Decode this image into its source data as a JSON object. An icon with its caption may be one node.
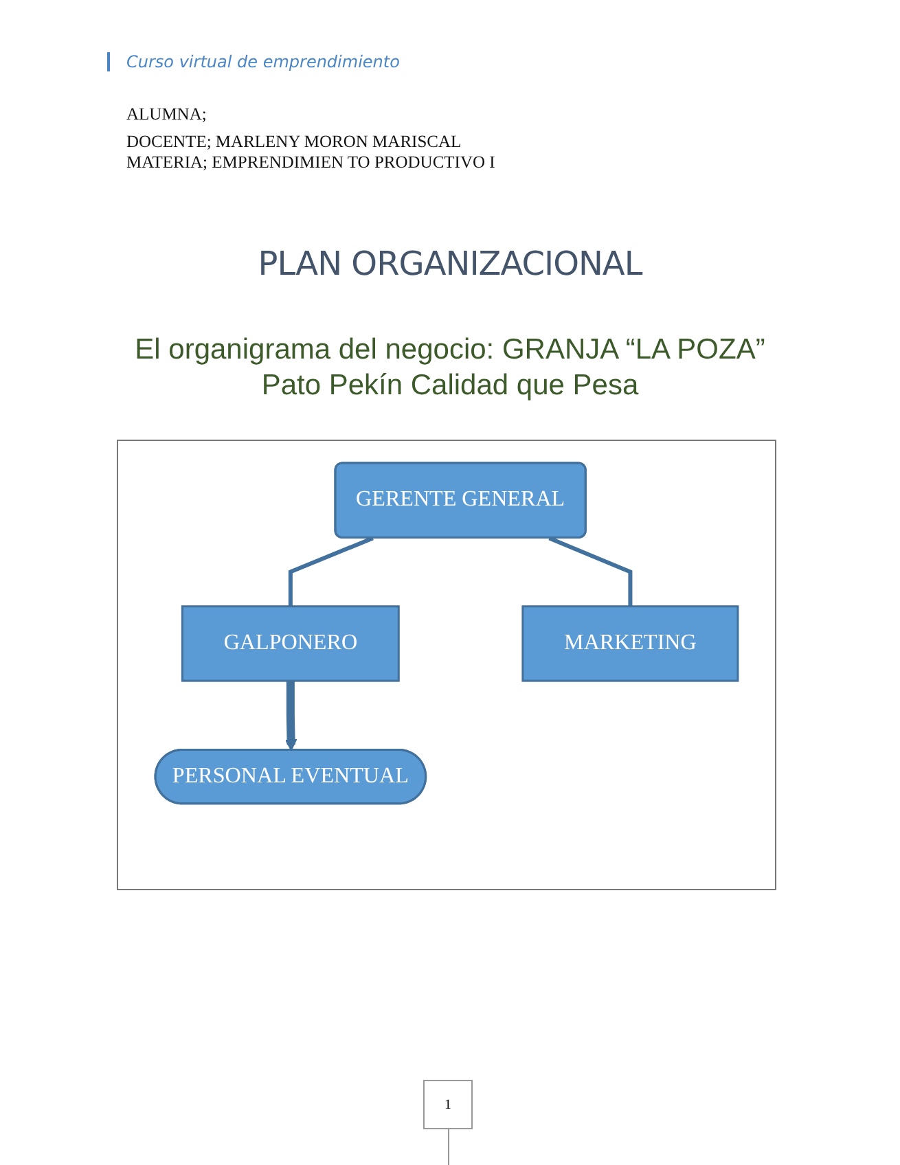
{
  "diagram": {
    "title": "PLAN ORGANIZACIONAL",
    "nodes": [
      {
        "text": [
          "GERENTE GENERAL"
        ]
      },
      {
        "text": [
          "GALPONERO"
        ]
      },
      {
        "text": [
          "MARKETING"
        ]
      },
      {
        "text": [
          "PERSONAL EVENTUAL"
        ]
      }
    ],
    "edges": [
      {
        "from": 0,
        "to": 1,
        "arrow": "none"
      },
      {
        "from": 0,
        "to": 2,
        "arrow": "none"
      },
      {
        "from": 1,
        "to": 3,
        "arrow": "to",
        "style": "thick"
      }
    ],
    "labels": [
      "Curso virtual de emprendimiento",
      "ALUMNA;",
      "DOCENTE; MARLENY MORON MARISCAL",
      "MATERIA; EMPRENDIMIEN TO PRODUCTIVO I",
      "El organigrama del negocio: GRANJA “LA POZA” Pato Pekín Calidad que Pesa",
      "1"
    ]
  }
}
